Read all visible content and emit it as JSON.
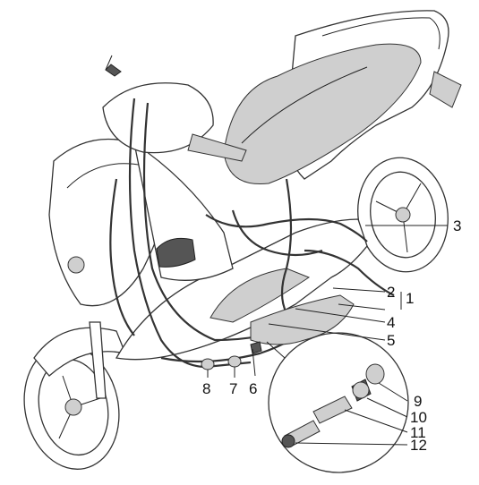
{
  "callouts": {
    "c1": "1",
    "c2": "2",
    "c3": "3",
    "c4": "4",
    "c5": "5",
    "c6": "6",
    "c7": "7",
    "c8": "8",
    "c9": "9",
    "c10": "10",
    "c11": "11",
    "c12": "12"
  },
  "colors": {
    "line": "#222222",
    "shade": "#cfcfcf",
    "background": "#ffffff"
  }
}
